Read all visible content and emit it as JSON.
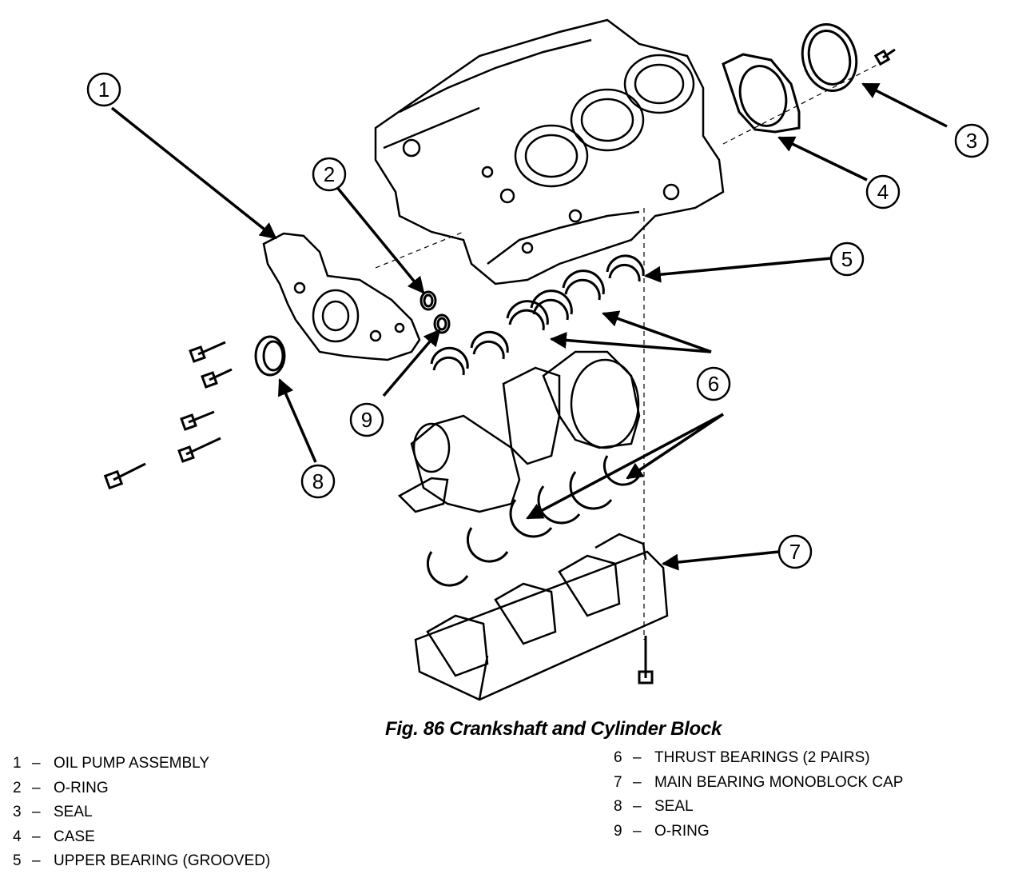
{
  "figure": {
    "caption": "Fig. 86 Crankshaft and Cylinder Block",
    "callouts": [
      "1",
      "2",
      "3",
      "4",
      "5",
      "6",
      "7",
      "8",
      "9"
    ],
    "legend_left": [
      {
        "num": "1",
        "dash": "–",
        "label": "OIL PUMP ASSEMBLY"
      },
      {
        "num": "2",
        "dash": "–",
        "label": "O-RING"
      },
      {
        "num": "3",
        "dash": "–",
        "label": "SEAL"
      },
      {
        "num": "4",
        "dash": "–",
        "label": "CASE"
      },
      {
        "num": "5",
        "dash": "–",
        "label": "UPPER BEARING (GROOVED)"
      }
    ],
    "legend_right": [
      {
        "num": "6",
        "dash": "–",
        "label": "THRUST BEARINGS (2 PAIRS)"
      },
      {
        "num": "7",
        "dash": "–",
        "label": "MAIN BEARING MONOBLOCK CAP"
      },
      {
        "num": "8",
        "dash": "–",
        "label": "SEAL"
      },
      {
        "num": "9",
        "dash": "–",
        "label": "O-RING"
      }
    ]
  }
}
